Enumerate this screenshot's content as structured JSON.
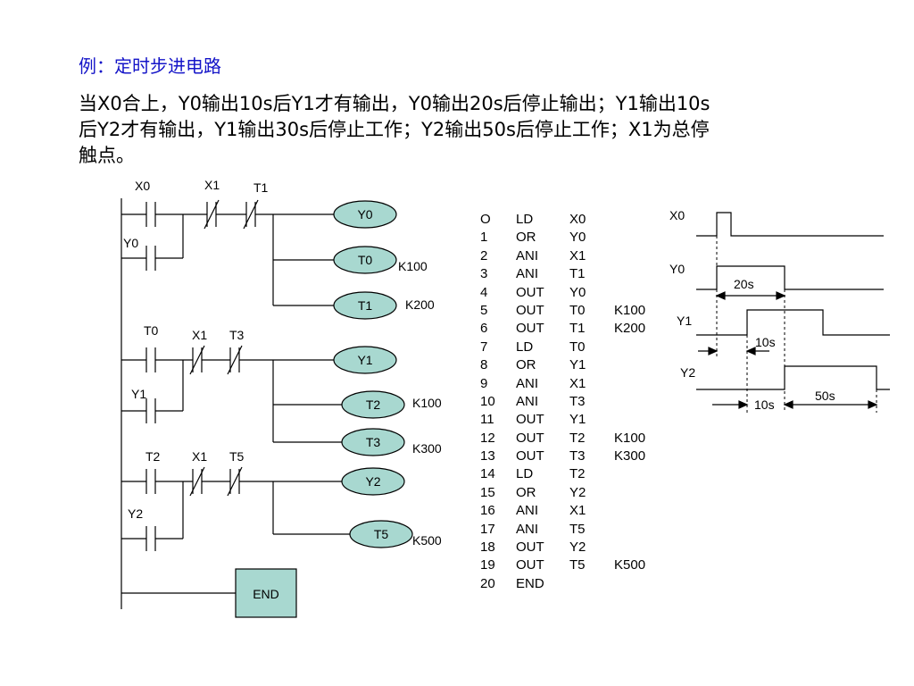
{
  "title": "例：定时步进电路",
  "description": [
    "当X0合上，Y0输出10s后Y1才有输出，Y0输出20s后停止输出；Y1输出10s",
    "后Y2才有输出，Y1输出30s后停止工作；Y2输出50s后停止工作；X1为总停",
    "触点。"
  ],
  "ladder": {
    "rung1": {
      "contacts": [
        "X0",
        "X1",
        "T1"
      ],
      "parallel": "Y0",
      "coils": [
        {
          "name": "Y0",
          "k": ""
        },
        {
          "name": "T0",
          "k": "K100"
        },
        {
          "name": "T1",
          "k": "K200"
        }
      ]
    },
    "rung2": {
      "contacts": [
        "T0",
        "X1",
        "T3"
      ],
      "parallel": "Y1",
      "coils": [
        {
          "name": "Y1",
          "k": ""
        },
        {
          "name": "T2",
          "k": "K100"
        },
        {
          "name": "T3",
          "k": "K300"
        }
      ]
    },
    "rung3": {
      "contacts": [
        "T2",
        "X1",
        "T5"
      ],
      "parallel": "Y2",
      "coils": [
        {
          "name": "Y2",
          "k": ""
        },
        {
          "name": "T5",
          "k": "K500"
        }
      ]
    },
    "end_label": "END"
  },
  "program": [
    {
      "step": "O",
      "op": "LD",
      "dev": "X0",
      "k": ""
    },
    {
      "step": "1",
      "op": "OR",
      "dev": "Y0",
      "k": ""
    },
    {
      "step": "2",
      "op": "ANI",
      "dev": "X1",
      "k": ""
    },
    {
      "step": "3",
      "op": "ANI",
      "dev": "T1",
      "k": ""
    },
    {
      "step": "4",
      "op": "OUT",
      "dev": "Y0",
      "k": ""
    },
    {
      "step": "5",
      "op": "OUT",
      "dev": "T0",
      "k": "K100"
    },
    {
      "step": "6",
      "op": "OUT",
      "dev": "T1",
      "k": "K200"
    },
    {
      "step": "7",
      "op": "LD",
      "dev": "T0",
      "k": ""
    },
    {
      "step": "8",
      "op": "OR",
      "dev": "Y1",
      "k": ""
    },
    {
      "step": "9",
      "op": "ANI",
      "dev": "X1",
      "k": ""
    },
    {
      "step": "10",
      "op": "ANI",
      "dev": "T3",
      "k": ""
    },
    {
      "step": "11",
      "op": "OUT",
      "dev": "Y1",
      "k": ""
    },
    {
      "step": "12",
      "op": "OUT",
      "dev": "T2",
      "k": "K100"
    },
    {
      "step": "13",
      "op": "OUT",
      "dev": "T3",
      "k": "K300"
    },
    {
      "step": "14",
      "op": "LD",
      "dev": "T2",
      "k": ""
    },
    {
      "step": "15",
      "op": "OR",
      "dev": "Y2",
      "k": ""
    },
    {
      "step": "16",
      "op": "ANI",
      "dev": "X1",
      "k": ""
    },
    {
      "step": "17",
      "op": "ANI",
      "dev": "T5",
      "k": ""
    },
    {
      "step": "18",
      "op": "OUT",
      "dev": "Y2",
      "k": ""
    },
    {
      "step": "19",
      "op": "OUT",
      "dev": "T5",
      "k": "K500"
    },
    {
      "step": "20",
      "op": "END",
      "dev": "",
      "k": ""
    }
  ],
  "timing": {
    "signals": [
      "X0",
      "Y0",
      "Y1",
      "Y2"
    ],
    "intervals": [
      "20s",
      "10s",
      "10s",
      "50s"
    ]
  },
  "colors": {
    "title": "#1414c8",
    "coil_fill": "#a8d8d0",
    "end_fill": "#a8d8d0",
    "line": "#000000"
  }
}
